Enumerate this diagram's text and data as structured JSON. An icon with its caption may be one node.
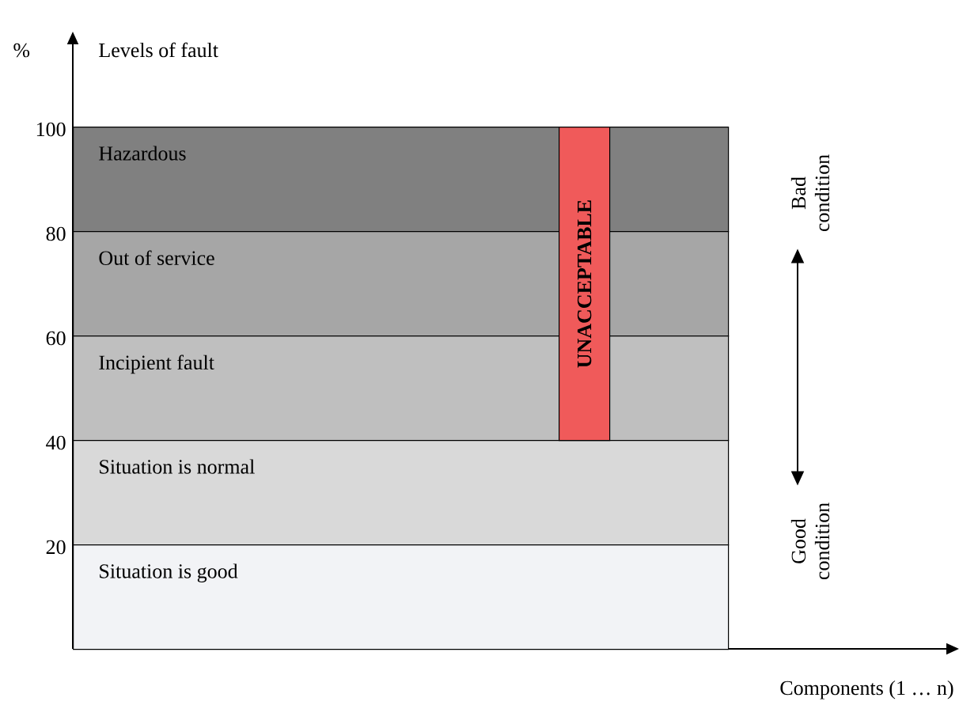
{
  "diagram": {
    "nodes": [
      {
        "text": [
          "Hazardous"
        ]
      },
      {
        "text": [
          "Out of service"
        ]
      },
      {
        "text": [
          "Incipient fault"
        ]
      },
      {
        "text": [
          "Situation is normal"
        ]
      },
      {
        "text": [
          "Situation is good"
        ]
      },
      {
        "text": [
          "UNACCEPTABLE"
        ]
      },
      {
        "text": [
          "Bad condition"
        ]
      },
      {
        "text": [
          "Good condition"
        ]
      }
    ],
    "edges": [
      {
        "from": 7,
        "to": 6,
        "arrow": "both"
      }
    ],
    "labels": [
      "%",
      "Levels of fault",
      "100",
      "80",
      "60",
      "40",
      "20",
      "Components (1 … n)"
    ]
  }
}
